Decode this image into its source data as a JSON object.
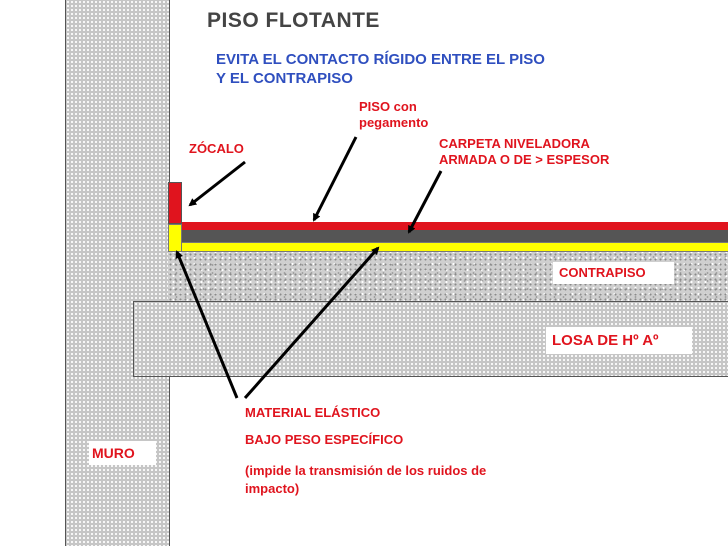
{
  "title": "PISO FLOTANTE",
  "subtitle_line1": "EVITA EL CONTACTO RÍGIDO ENTRE EL PISO",
  "subtitle_line2": "Y EL CONTRAPISO",
  "labels": {
    "zocalo": "ZÓCALO",
    "piso_line1": "PISO con",
    "piso_line2": "pegamento",
    "carpeta_line1": "CARPETA NIVELADORA",
    "carpeta_line2": "ARMADA O DE > ESPESOR",
    "contrapiso": "CONTRAPISO",
    "losa": "LOSA DE Hº Aº",
    "muro": "MURO",
    "material_line1": "MATERIAL ELÁSTICO",
    "material_line2": "BAJO PESO ESPECÍFICO",
    "material_line3": "(impide la transmisión de los ruidos de",
    "material_line4": "impacto)"
  },
  "colors": {
    "title": "#444444",
    "subtitle": "#2f4fbf",
    "labels": "#e0141e",
    "floor_top": "#e0141e",
    "carpeta": "#555555",
    "elastic": "#ffff00"
  }
}
